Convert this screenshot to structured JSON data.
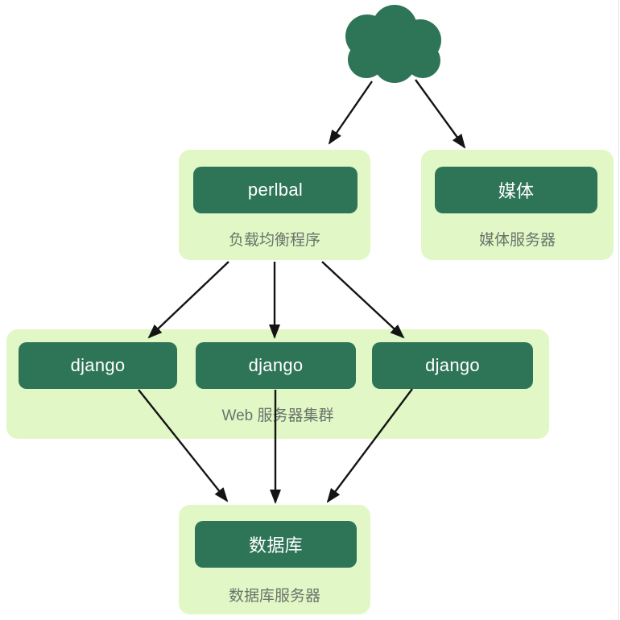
{
  "diagram": {
    "title": "django-deployment-architecture",
    "colors": {
      "node_fill": "#2E7558",
      "group_fill": "#E1F7C6",
      "node_text": "#FFFFFF",
      "caption_text": "#6A746B",
      "arrow": "#141414",
      "background": "#FFFFFF"
    },
    "nodes": {
      "cloud": {
        "name": "internet-cloud"
      },
      "loadbalancer": {
        "label": "perlbal",
        "caption": "负载均衡程序"
      },
      "media": {
        "label": "媒体",
        "caption": "媒体服务器"
      },
      "cluster": {
        "caption": "Web 服务器集群",
        "servers": [
          "django",
          "django",
          "django"
        ]
      },
      "database": {
        "label": "数据库",
        "caption": "数据库服务器"
      }
    },
    "edges": [
      {
        "from": "internet-cloud",
        "to": "load-balancer"
      },
      {
        "from": "internet-cloud",
        "to": "media-server"
      },
      {
        "from": "load-balancer",
        "to": "web-server-1"
      },
      {
        "from": "load-balancer",
        "to": "web-server-2"
      },
      {
        "from": "load-balancer",
        "to": "web-server-3"
      },
      {
        "from": "web-server-1",
        "to": "database"
      },
      {
        "from": "web-server-2",
        "to": "database"
      },
      {
        "from": "web-server-3",
        "to": "database"
      }
    ]
  }
}
